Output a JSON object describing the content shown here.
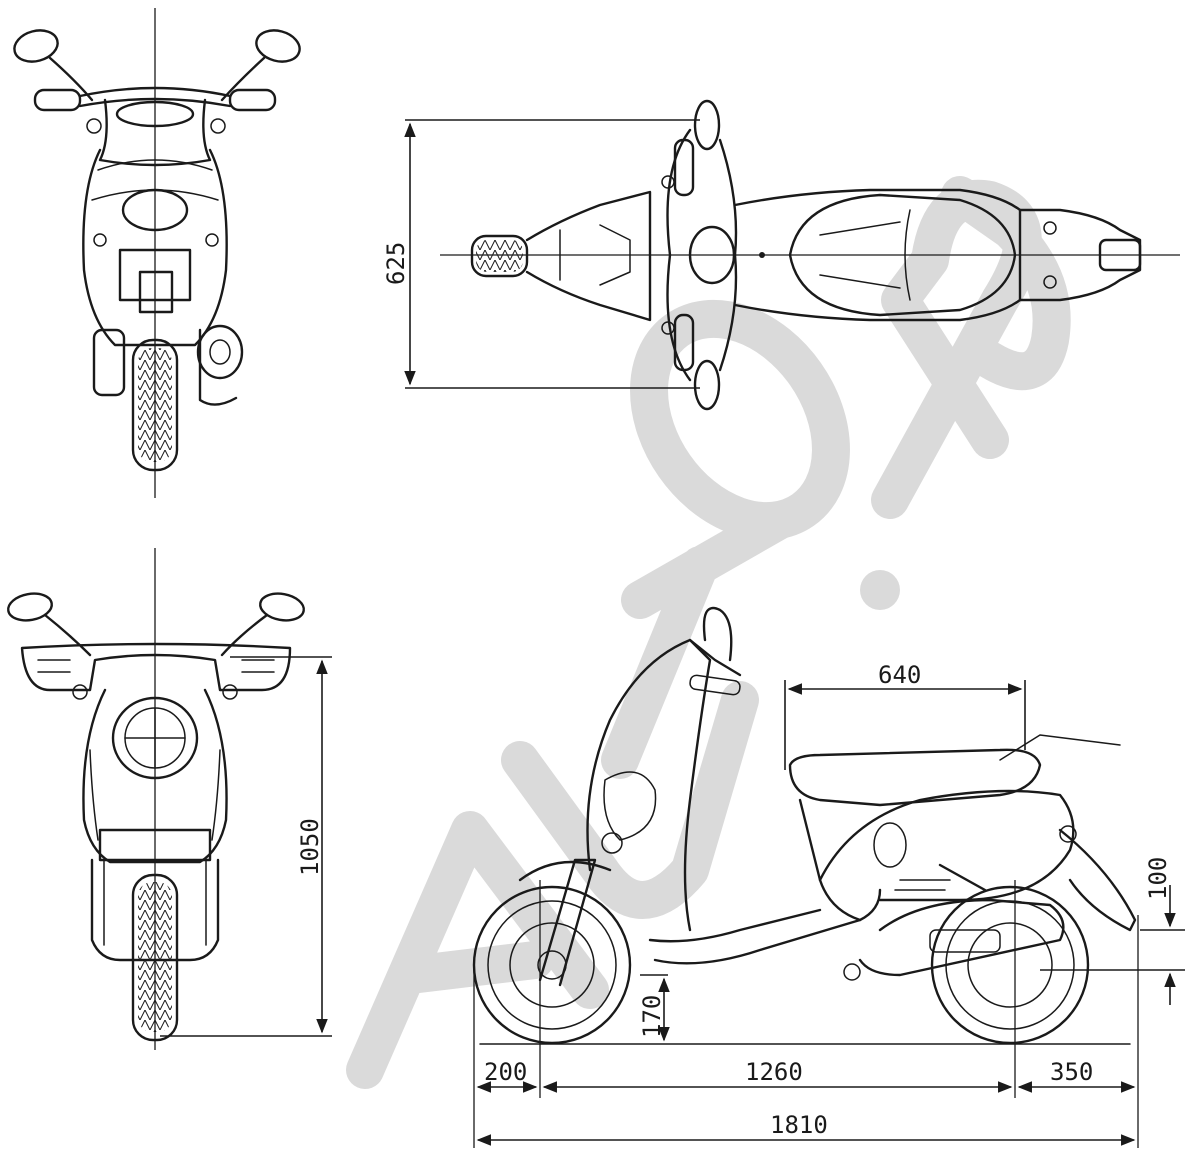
{
  "drawing": {
    "views": [
      "front-view",
      "top-view",
      "rear-view",
      "side-view"
    ],
    "dimensions": {
      "overall_width": "625",
      "overall_height": "1050",
      "seat_length": "640",
      "wheelbase": "1260",
      "front_overhang": "200",
      "rear_overhang": "350",
      "overall_length": "1810",
      "ground_clearance": "170",
      "height_offset": "100"
    }
  },
  "colors": {
    "line": "#1a1a1a",
    "watermark": "#dadada",
    "background": "#ffffff"
  }
}
